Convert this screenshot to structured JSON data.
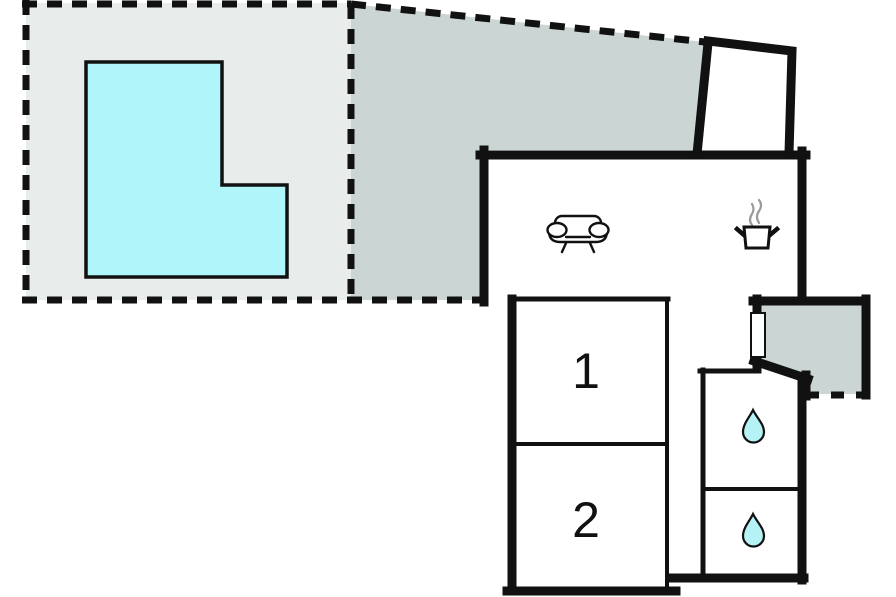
{
  "plan": {
    "type": "floor-plan",
    "rooms": {
      "bedroom1": {
        "label": "1"
      },
      "bedroom2": {
        "label": "2"
      }
    },
    "icons": {
      "living_area": "sofa-icon",
      "kitchen_area": "cooking-pot-icon",
      "bathroom1": "water-drop-icon",
      "bathroom2": "water-drop-icon"
    },
    "colors": {
      "background": "#ffffff",
      "wall": "#111111",
      "plot_fill": "#e8edec",
      "garden_fill": "#cbd6d4",
      "terrace_fill": "#cbd6d4",
      "pool_fill": "#b0f5f9",
      "drop_fill": "#b5f2f6",
      "steam": "#999999",
      "room_fill": "#ffffff",
      "door_fill": "#ffffff"
    }
  }
}
